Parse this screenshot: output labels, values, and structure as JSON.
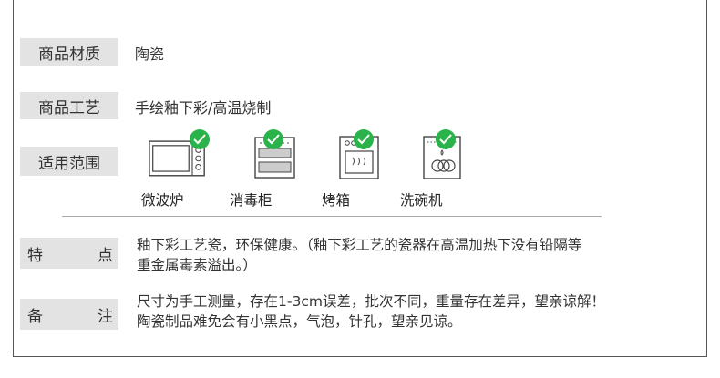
{
  "material": {
    "label": "商品材质",
    "value": "陶瓷"
  },
  "craft": {
    "label": "商品工艺",
    "value": "手绘釉下彩/高温烧制"
  },
  "scope": {
    "label": "适用范围",
    "items": [
      {
        "name": "微波炉",
        "icon": "microwave-icon",
        "checked": true
      },
      {
        "name": "消毒柜",
        "icon": "sterilizer-cabinet-icon",
        "checked": true
      },
      {
        "name": "烤箱",
        "icon": "oven-icon",
        "checked": true
      },
      {
        "name": "洗碗机",
        "icon": "dishwasher-icon",
        "checked": true
      }
    ]
  },
  "features": {
    "label_left": "特",
    "label_right": "点",
    "line1": "釉下彩工艺瓷，环保健康。（釉下彩工艺的瓷器在高温加热下没有铅隔等",
    "line2": "重金属毒素溢出。）"
  },
  "notes": {
    "label_left": "备",
    "label_right": "注",
    "line1": "尺寸为手工测量，存在1-3cm误差，批次不同，重量存在差异，望亲谅解！",
    "line2": "陶瓷制品难免会有小黑点，气泡，针孔，望亲见谅。"
  },
  "colors": {
    "label_bg": "#e3e3e3",
    "check_green": "#2bb34b",
    "border": "#555555"
  }
}
